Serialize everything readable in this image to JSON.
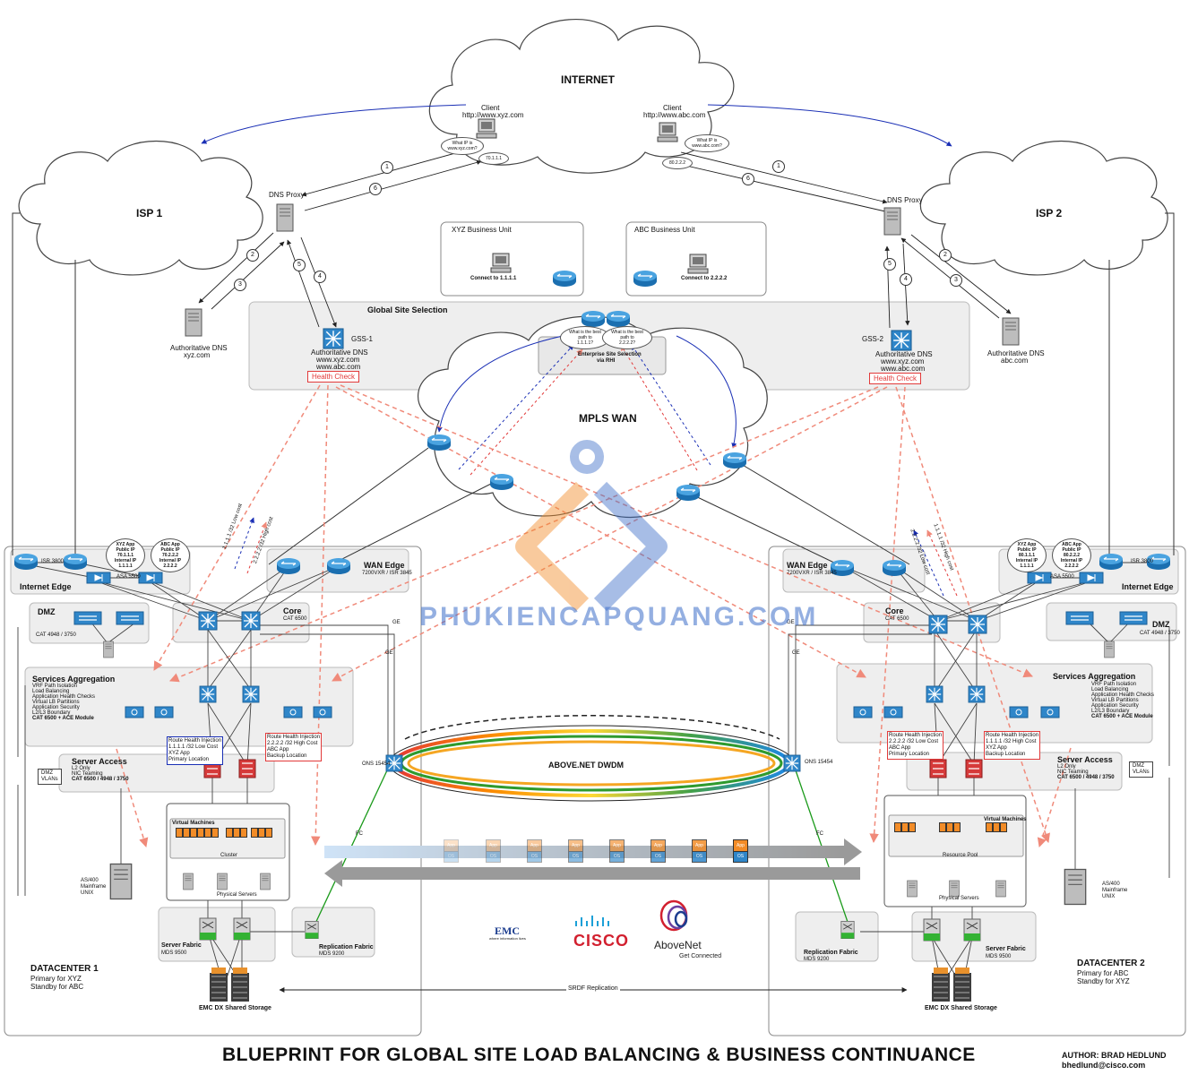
{
  "title": "BLUEPRINT FOR GLOBAL SITE LOAD BALANCING & BUSINESS CONTINUANCE",
  "author": {
    "line1": "AUTHOR: BRAD HEDLUND",
    "line2": "bhedlund@cisco.com"
  },
  "watermark": "PHUKIENCAPQUANG.COM",
  "colors": {
    "health_check": "#e23a3a",
    "dns_query_arrow": "#1a2fb5",
    "dwdm_ring": "#2e9a2e",
    "fc_link": "#1a9a1a",
    "panel_fill": "#eeeeee"
  },
  "clouds": {
    "internet": "INTERNET",
    "isp1": "ISP 1",
    "isp2": "ISP 2",
    "mpls": "MPLS WAN"
  },
  "internet": {
    "client_left": {
      "line1": "Client",
      "line2": "http://www.xyz.com"
    },
    "client_right": {
      "line1": "Client",
      "line2": "http://www.abc.com"
    },
    "bubble_left": "What IP is www.xyz.com?",
    "bubble_right": "What IP is www.abc.com?",
    "ip_left": "70.1.1.1",
    "ip_right": "80.2.2.2"
  },
  "dns": {
    "proxy_label": "DNS Proxy",
    "auth_left": {
      "line1": "Authoritative DNS",
      "line2": "xyz.com"
    },
    "auth_right": {
      "line1": "Authoritative DNS",
      "line2": "abc.com"
    }
  },
  "steps": {
    "s1": "1",
    "s2": "2",
    "s3": "3",
    "s4": "4",
    "s5": "5",
    "s6": "6"
  },
  "business_units": {
    "xyz": {
      "title": "XYZ Business Unit",
      "connect": "Connect to 1.1.1.1"
    },
    "abc": {
      "title": "ABC Business Unit",
      "connect": "Connect to 2.2.2.2"
    }
  },
  "gss": {
    "section_title": "Global Site Selection",
    "gss1": "GSS-1",
    "gss2": "GSS-2",
    "auth_line1": "Authoritative DNS",
    "auth_line2": "www.xyz.com",
    "auth_line3": "www.abc.com",
    "health_check": "Health Check",
    "enterprise_selection": {
      "line1": "Enterprise Site Selection",
      "line2": "via RHI"
    },
    "q_left": {
      "line1": "What is the best path to",
      "line2": "1.1.1.1?"
    },
    "q_right": {
      "line1": "What is the best path to",
      "line2": "2.2.2.2?"
    }
  },
  "dc1": {
    "title": "DATACENTER 1",
    "line2": "Primary for XYZ",
    "line3": "Standby for ABC",
    "internet_edge": "Internet Edge",
    "isr": "ISR 3800",
    "asa": "ASA 5500",
    "xyz_app_cloud": {
      "l1": "XYZ App",
      "l2": "Public IP 70.1.1.1",
      "l3": "Internal IP 1.1.1.1"
    },
    "abc_app_cloud": {
      "l1": "ABC App",
      "l2": "Public IP 70.2.2.2",
      "l3": "Internal IP 2.2.2.2"
    },
    "wan_edge": "WAN Edge",
    "wan_edge_sub": "7200VXR / ISR 3845",
    "core": "Core",
    "core_sub": "CAT 6500",
    "dmz": "DMZ",
    "dmz_sub": "CAT 4948 / 3750",
    "services_title": "Services Aggregation",
    "services_list": [
      "VRF Path Isolation",
      "Load Balancing",
      "Application Health Checks",
      "Virtual LB Partitions",
      "Application Security",
      "L2/L3 Boundary",
      "CAT 6500 + ACE Module"
    ],
    "rhi_left": {
      "l1": "Route Health Injection",
      "l2": "1.1.1.1 /32 Low Cost",
      "l3": "XYZ App",
      "l4": "Primary Location"
    },
    "rhi_right": {
      "l1": "Route Health Injection",
      "l2": "2.2.2.2 /32 High Cost",
      "l3": "ABC App",
      "l4": "Backup Location"
    },
    "server_access": "Server Access",
    "server_access_list": [
      "L2 Only",
      "NIC Teaming",
      "CAT 6500 / 4948 / 3750"
    ],
    "dmz_vlans": {
      "l1": "DMZ",
      "l2": "VLANs"
    },
    "mainframe": {
      "l1": "AS/400",
      "l2": "Mainframe",
      "l3": "UNIX"
    },
    "vm_title": "Virtual Machines",
    "cluster": "Cluster",
    "physical_servers": "Physical Servers",
    "server_fabric": "Server Fabric",
    "server_fabric_sub": "MDS 9500",
    "replication_fabric": "Replication Fabric",
    "replication_sub": "MDS 9200",
    "storage": "EMC DX Shared Storage",
    "ons": "ONS 15454",
    "ge": "GE",
    "rhi_arrow_low": {
      "l1": "1.1.1.1 /32",
      "l2": "Low cost"
    },
    "rhi_arrow_high": {
      "l1": "2.2.2.2 /32",
      "l2": "High cost"
    }
  },
  "dc2": {
    "title": "DATACENTER 2",
    "line2": "Primary for ABC",
    "line3": "Standby for XYZ",
    "internet_edge": "Internet Edge",
    "isr": "ISR 3800",
    "asa": "ASA 5500",
    "xyz_app_cloud": {
      "l1": "XYZ App",
      "l2": "Public IP 80.1.1.1",
      "l3": "Internal IP 1.1.1.1"
    },
    "abc_app_cloud": {
      "l1": "ABC App",
      "l2": "Public IP 80.2.2.2",
      "l3": "Internal IP 2.2.2.2"
    },
    "wan_edge": "WAN Edge",
    "wan_edge_sub": "7200VXR / ISR 3845",
    "core": "Core",
    "core_sub": "CAT 6500",
    "dmz": "DMZ",
    "dmz_sub": "CAT 4948 / 3750",
    "services_title": "Services Aggregation",
    "services_list": [
      "VRF Path Isolation",
      "Load Balancing",
      "Application Health Checks",
      "Virtual LB Partitions",
      "Application Security",
      "L2/L3 Boundary",
      "CAT 6500 + ACE Module"
    ],
    "rhi_left": {
      "l1": "Route Health Injection",
      "l2": "2.2.2.2 /32 Low Cost",
      "l3": "ABC App",
      "l4": "Primary Location"
    },
    "rhi_right": {
      "l1": "Route Health Injection",
      "l2": "1.1.1.1 /32 High Cost",
      "l3": "XYZ App",
      "l4": "Backup Location"
    },
    "server_access": "Server Access",
    "server_access_list": [
      "L2 Only",
      "NIC Teaming",
      "CAT 6500 / 4948 / 3750"
    ],
    "dmz_vlans": {
      "l1": "DMZ",
      "l2": "VLANs"
    },
    "mainframe": {
      "l1": "AS/400",
      "l2": "Mainframe",
      "l3": "UNIX"
    },
    "vm_title": "Virtual Machines",
    "resource_pool": "Resource Pool",
    "physical_servers": "Physical Servers",
    "server_fabric": "Server Fabric",
    "server_fabric_sub": "MDS 9500",
    "replication_fabric": "Replication Fabric",
    "replication_sub": "MDS 9200",
    "storage": "EMC DX Shared Storage",
    "ons": "ONS 15454",
    "ge": "GE",
    "rhi_arrow_low": {
      "l1": "2.2.2.2 /32",
      "l2": "Low cost"
    },
    "rhi_arrow_high": {
      "l1": "1.1.1.1 /32",
      "l2": "High cost"
    }
  },
  "dwdm": "ABOVE.NET  DWDM",
  "fc": "FC",
  "srdf": "SRDF Replication",
  "app_tile": "App",
  "os_tile": "OS",
  "logos": {
    "emc": "EMC",
    "emc_sub": "where information lives",
    "cisco": "CISCO",
    "abovenet": "AboveNet",
    "abovenet_sub": "Get Connected"
  }
}
